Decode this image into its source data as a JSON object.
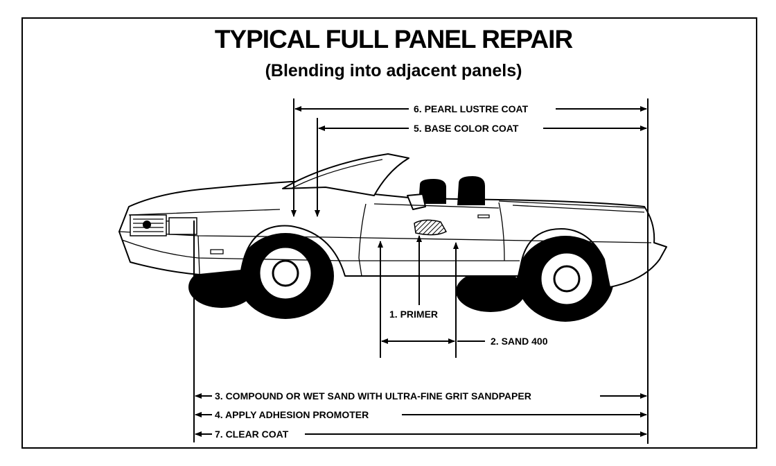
{
  "diagram": {
    "title": "TYPICAL FULL PANEL REPAIR",
    "subtitle": "(Blending into adjacent panels)",
    "steps": {
      "primer": "1. PRIMER",
      "sand400": "2. SAND 400",
      "compound": "3. COMPOUND OR WET SAND WITH ULTRA-FINE GRIT SANDPAPER",
      "adhesion": "4. APPLY ADHESION PROMOTER",
      "base_color": "5. BASE COLOR COAT",
      "pearl": "6. PEARL LUSTRE COAT",
      "clear": "7. CLEAR COAT"
    }
  }
}
